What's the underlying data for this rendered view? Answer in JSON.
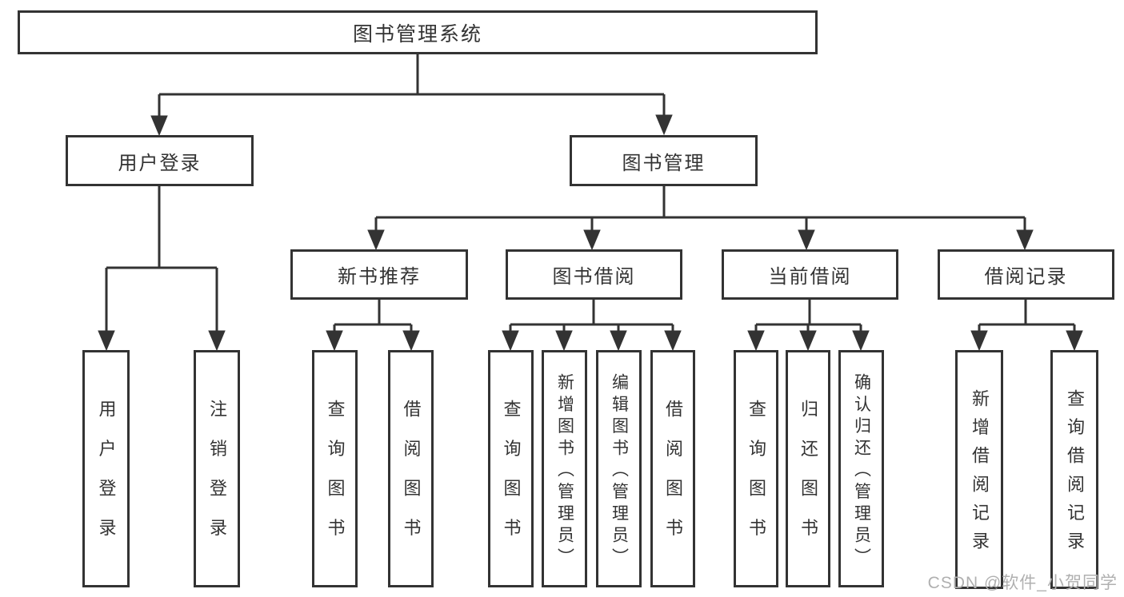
{
  "nodes": {
    "root": "图书管理系统",
    "user_login": "用户登录",
    "book_mgmt": "图书管理",
    "new_book": "新书推荐",
    "book_borrow": "图书借阅",
    "current_borrow": "当前借阅",
    "borrow_record": "借阅记录"
  },
  "leaves": {
    "user_login": "用户登录",
    "logout": "注销登录",
    "nb_query": "查询图书",
    "nb_borrow": "借阅图书",
    "bb_query": "查询图书",
    "bb_add": "新增图书（管理员）",
    "bb_edit": "编辑图书（管理员）",
    "bb_borrow": "借阅图书",
    "cb_query": "查询图书",
    "cb_return": "归还图书",
    "cb_confirm": "确认归还（管理员）",
    "br_add": "新增借阅记录",
    "br_query": "查询借阅记录"
  },
  "watermark": "CSDN @软件_小贺同学",
  "colors": {
    "line": "#333333",
    "text": "#333333",
    "watermark": "#b0b0b0",
    "background": "#ffffff"
  }
}
